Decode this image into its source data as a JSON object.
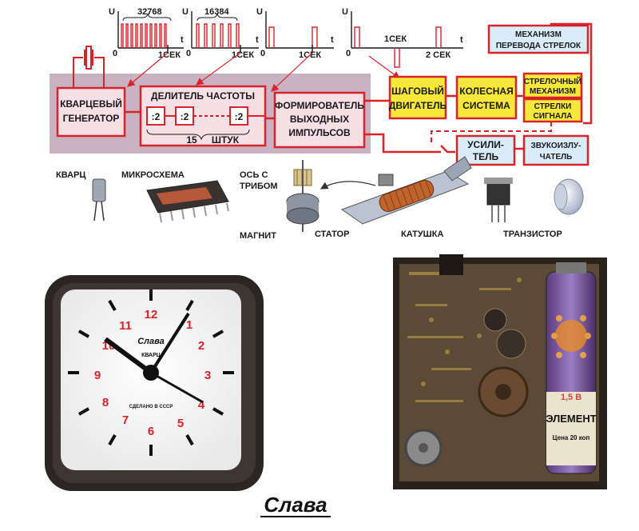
{
  "waveforms": {
    "u_label": "U",
    "t_label": "t",
    "origin_label": "0",
    "w1": {
      "count": "32768",
      "time": "1СЕК"
    },
    "w2": {
      "count": "16384",
      "time": "1СЕК"
    },
    "w3": {
      "time": "1СЕК"
    },
    "w4": {
      "time1": "1СЕК",
      "time2": "2 СЕК"
    }
  },
  "blocks": {
    "quartz_gen": [
      "КВАРЦЕВЫЙ",
      "ГЕНЕРАТОР"
    ],
    "divider": {
      "title": "ДЕЛИТЕЛЬ ЧАСТОТЫ",
      "stage": ":2",
      "count": "15",
      "count_unit": "ШТУК"
    },
    "former": [
      "ФОРМИРОВАТЕЛЬ",
      "ВЫХОДНЫХ",
      "ИМПУЛЬСОВ"
    ],
    "stepper": [
      "ШАГОВЫЙ",
      "ДВИГАТЕЛЬ"
    ],
    "wheels": [
      "КОЛЕСНАЯ",
      "СИСТЕМА"
    ],
    "hands_mech": [
      "СТРЕЛОЧНЫЙ",
      "МЕХАНИЗМ"
    ],
    "alarm_hands": [
      "СТРЕЛКИ",
      "СИГНАЛА"
    ],
    "setting_mech": [
      "МЕХАНИЗМ",
      "ПЕРЕВОДА СТРЕЛОК"
    ],
    "amplifier": [
      "УСИЛИ-",
      "ТЕЛЬ"
    ],
    "buzzer": [
      "ЗВУКОИЗЛУ-",
      "ЧАТЕЛЬ"
    ]
  },
  "components": {
    "quartz": "КВАРЦ",
    "chip": "МИКРОСХЕМА",
    "axis": [
      "ОСЬ С",
      "ТРИБОМ"
    ],
    "magnet": "МАГНИТ",
    "stator": "СТАТОР",
    "coil": "КАТУШКА",
    "transistor": "ТРАНЗИСТОР"
  },
  "clock": {
    "numerals": [
      "12",
      "1",
      "2",
      "3",
      "4",
      "5",
      "6",
      "7",
      "8",
      "9",
      "10",
      "11"
    ],
    "brand": "Слава",
    "model": "КВАРЦ",
    "made_in": "СДЕЛАНО В СССР"
  },
  "battery": {
    "volts": "1,5 В",
    "label": "ЭЛЕМЕНТ",
    "price": "Цена 20 коп"
  },
  "logo": "Слава",
  "colors": {
    "red": "#d8232a",
    "panel": "#c9b2c2",
    "yellow": "#f6e83a",
    "pink_fill": "#f7dfe6",
    "clock_case": "#2b2624",
    "board": "#5b4a35"
  }
}
